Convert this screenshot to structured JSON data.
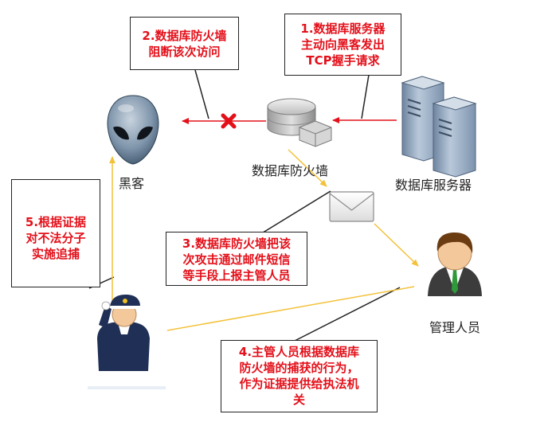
{
  "colors": {
    "callout_text": "#e3101a",
    "arrow_red": "#e3101a",
    "arrow_yellow": "#f3c13a",
    "block_mark": "#e3101a"
  },
  "icons": {
    "hacker": "alien-head-icon",
    "firewall": "database-firewall-icon",
    "servers": "server-tower-icon",
    "mail": "envelope-icon",
    "manager": "manager-person-icon",
    "police": "police-officer-icon",
    "blocked": "red-x-icon"
  },
  "callouts": {
    "step1": {
      "lines": [
        "1.数据库服务器",
        "主动向黑客发出",
        "TCP握手请求"
      ]
    },
    "step2": {
      "lines": [
        "2.数据库防火墙",
        "阻断该次访问"
      ]
    },
    "step3": {
      "lines": [
        "3.数据库防火墙把该",
        "次攻击通过邮件短信",
        "等手段上报主管人员"
      ]
    },
    "step4": {
      "lines": [
        "4.主管人员根据数据库",
        "防火墙的捕获的行为，",
        "作为证据提供给执法机",
        "关"
      ]
    },
    "step5": {
      "lines": [
        "5.根据证据",
        "对不法分子",
        "实施追捕"
      ]
    }
  },
  "labels": {
    "hacker": "黑客",
    "firewall": "数据库防火墙",
    "servers": "数据库服务器",
    "manager": "管理人员"
  }
}
